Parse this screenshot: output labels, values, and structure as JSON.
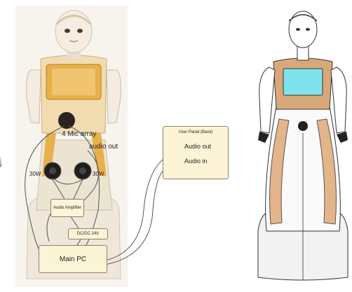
{
  "left_robot": {
    "labels": {
      "mic_array": "4 Mic array",
      "audio_out": "audio out",
      "usb": "usb",
      "speaker_left": "30W",
      "speaker_right": "30W"
    },
    "boxes": {
      "audio_amplifier": "Audio Amplifier",
      "dcdc": "DC/DC 24V",
      "main_pc": "Main PC"
    }
  },
  "user_panel": {
    "title": "User Panel (Back)",
    "ports": [
      {
        "label": "Audio out",
        "color": "#e7a9b8"
      },
      {
        "label": "Audio in",
        "color": "#a9d69a"
      }
    ]
  },
  "colors": {
    "robot_accent": "#e8b04a",
    "screen_cyan": "#7fe3ee",
    "box_fill": "#fdf3d6"
  }
}
